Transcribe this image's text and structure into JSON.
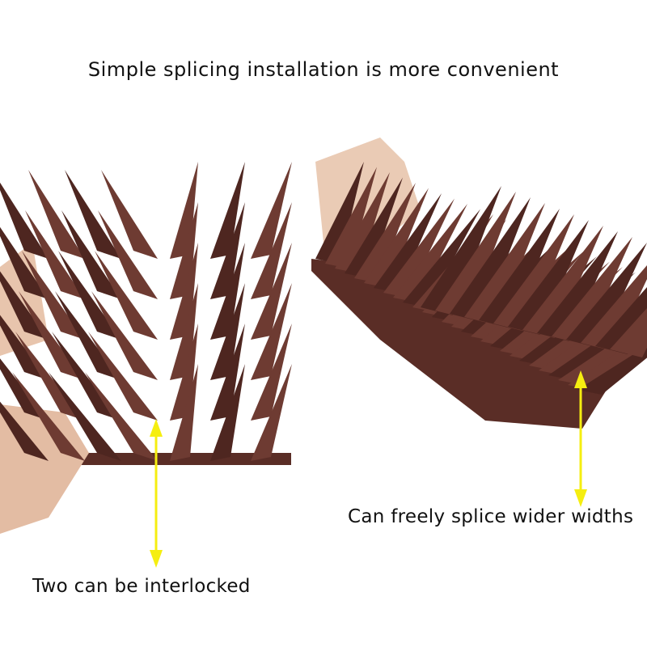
{
  "title": "Simple splicing installation is more convenient",
  "left_caption": "Two can be interlocked",
  "right_caption": "Can freely splice wider widths",
  "colors": {
    "spike": "#6e3b32",
    "spike_dark": "#4e2620",
    "arrow": "#f5ee10",
    "skin": "#e8c5ad"
  }
}
